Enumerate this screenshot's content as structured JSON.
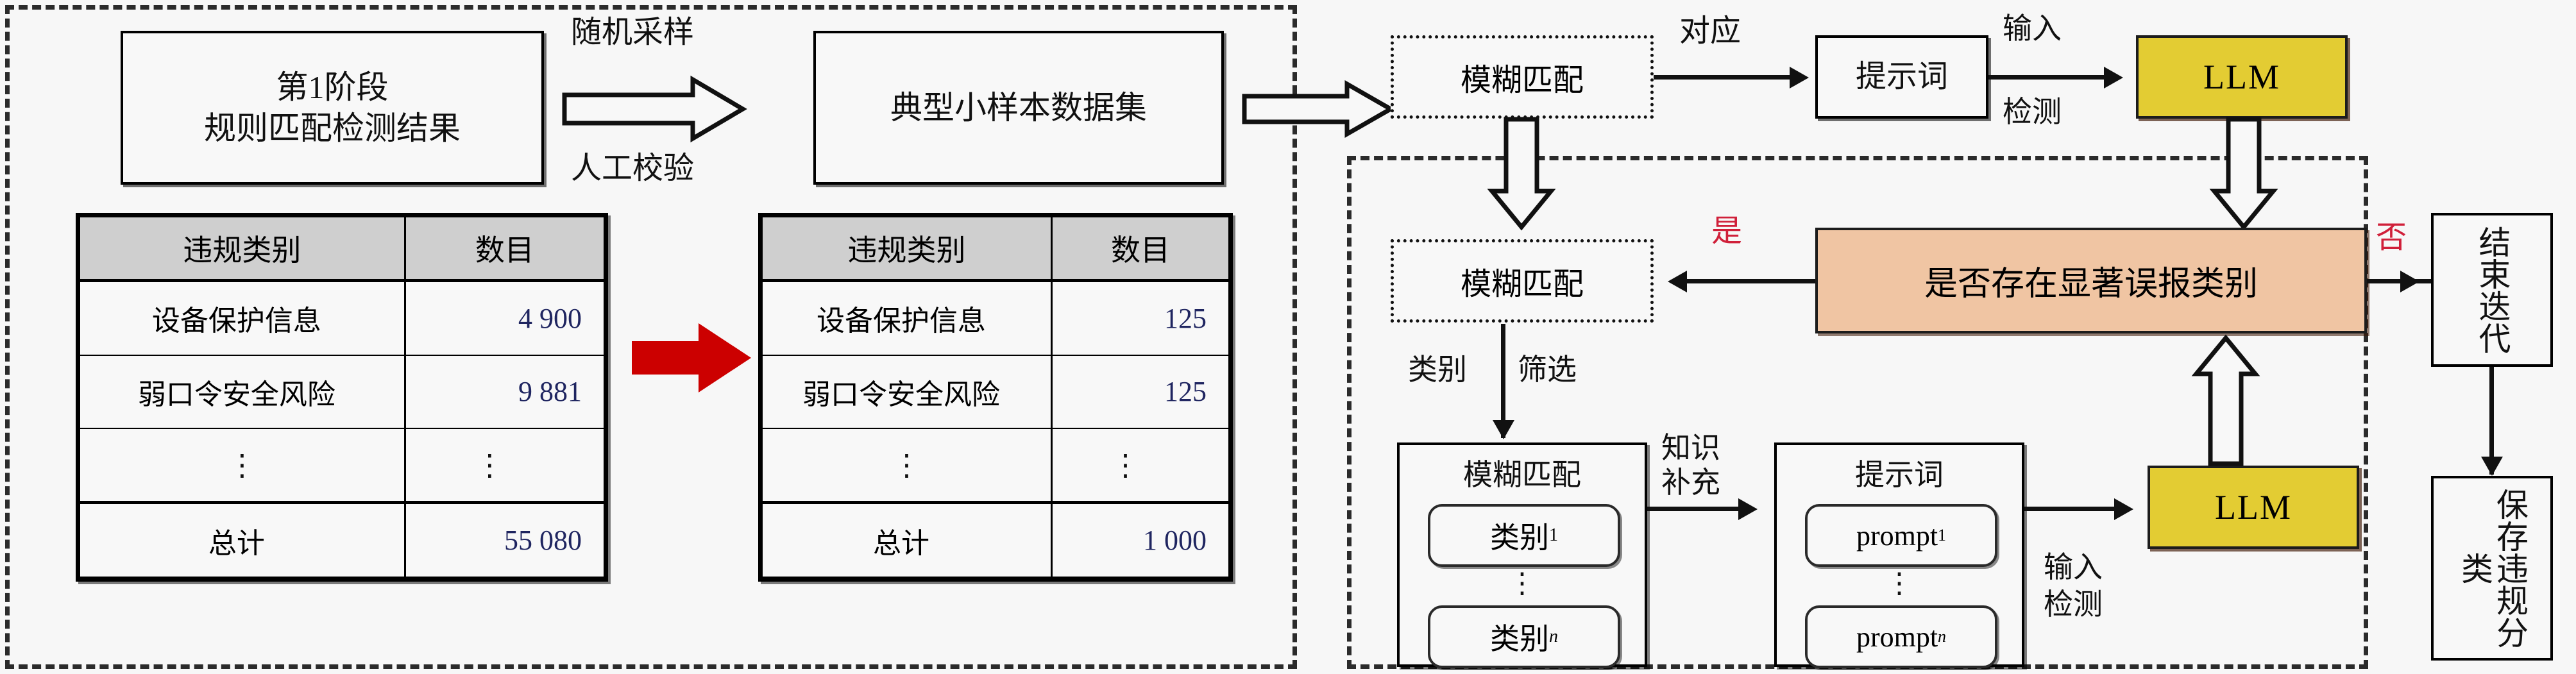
{
  "stage1": {
    "title_line1": "第1阶段",
    "title_line2": "规则匹配检测结果"
  },
  "sampling_arrow": {
    "label_top": "随机采样",
    "label_bottom": "人工校验"
  },
  "dataset_box": {
    "label": "典型小样本数据集"
  },
  "tables": {
    "headers": [
      "违规类别",
      "数目"
    ],
    "ellipsis": "⋮",
    "before": {
      "rows": [
        {
          "category": "设备保护信息",
          "count": "4 900"
        },
        {
          "category": "弱口令安全风险",
          "count": "9 881"
        }
      ],
      "total": {
        "category": "总计",
        "count": "55 080"
      }
    },
    "after": {
      "rows": [
        {
          "category": "设备保护信息",
          "count": "125"
        },
        {
          "category": "弱口令安全风险",
          "count": "125"
        }
      ],
      "total": {
        "category": "总计",
        "count": "1 000"
      }
    }
  },
  "top_flow": {
    "fuzzy_match": "模糊匹配",
    "correspond_label": "对应",
    "prompt_box": "提示词",
    "input_detect_top": "输入",
    "input_detect_bottom": "检测",
    "llm": "LLM"
  },
  "loop": {
    "fuzzy_match": "模糊匹配",
    "yes_label": "是",
    "no_label": "否",
    "decision": "是否存在显著误报类别",
    "category_filter_left": "类别",
    "category_filter_right": "筛选",
    "end_iteration": "结束迭代",
    "save_result": "保存违规分类",
    "category_group": {
      "title": "模糊匹配",
      "first": "类别",
      "first_sub": "1",
      "last": "类别",
      "last_sub": "n",
      "ellipsis": "⋮"
    },
    "knowledge_label_top": "知识",
    "knowledge_label_bottom": "补充",
    "prompt_group": {
      "title": "提示词",
      "first": "prompt",
      "first_sub": "1",
      "last": "prompt",
      "last_sub": "n",
      "ellipsis": "⋮"
    },
    "input_detect_top": "输入",
    "input_detect_bottom": "检测",
    "llm": "LLM"
  },
  "colors": {
    "llm_fill": "#e3cc33",
    "decision_fill": "#f0c5a3",
    "red_arrow": "#cc0000",
    "yes_no_text": "#d0203a",
    "header_fill": "#cfcfcf",
    "number_text": "#1f2560"
  }
}
